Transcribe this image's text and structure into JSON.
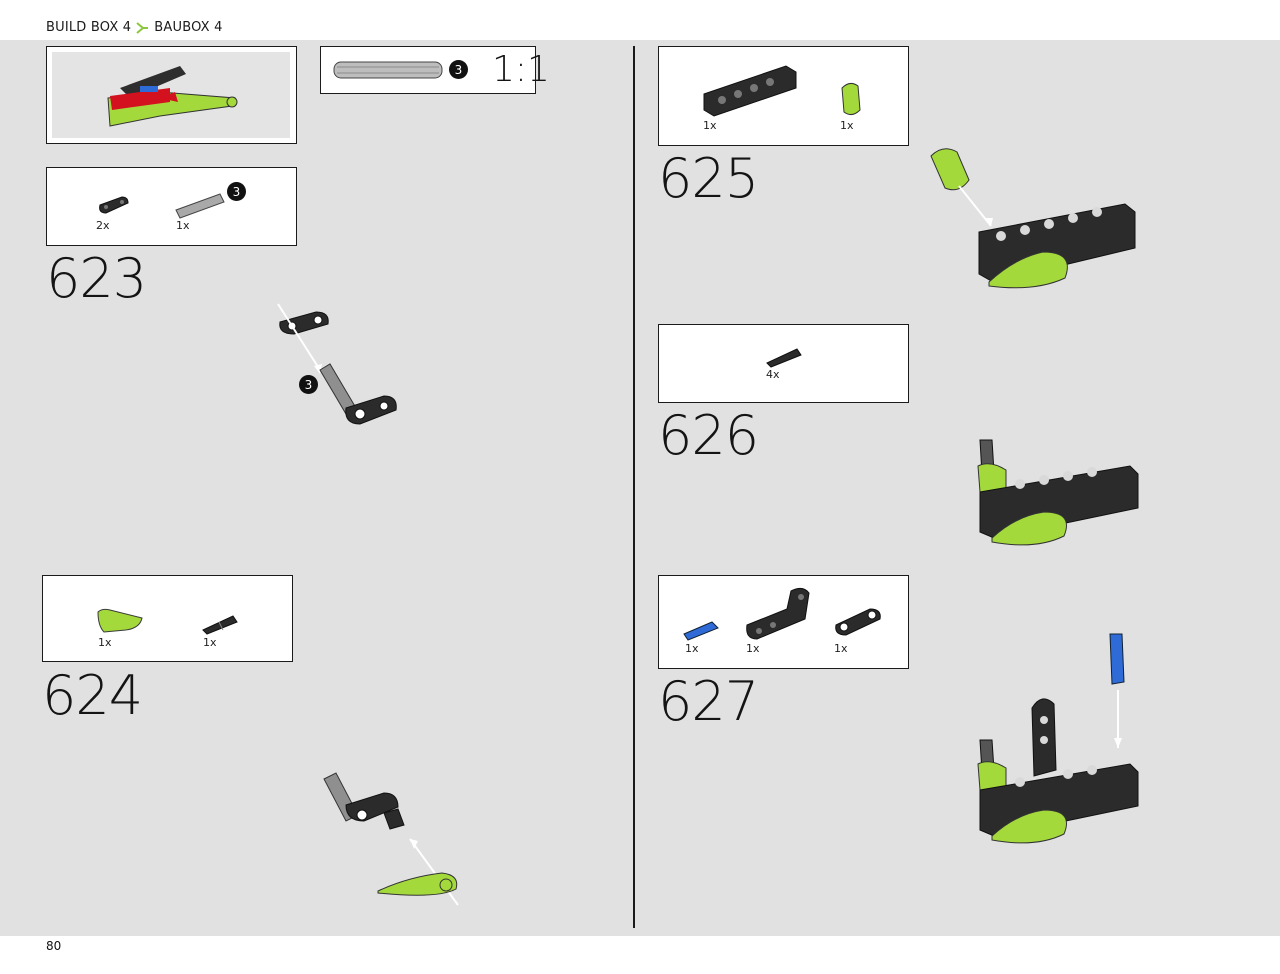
{
  "header": {
    "breadcrumb_primary": "BUILD BOX 4",
    "breadcrumb_secondary": "BAUBOX 4"
  },
  "footer": {
    "page_number": "80"
  },
  "scale_box": {
    "badge": "3",
    "label": "1:1"
  },
  "parts_623": {
    "items": [
      {
        "qty": "2x"
      },
      {
        "qty": "1x",
        "badge": "3"
      }
    ]
  },
  "step_623": {
    "number": "623",
    "axle_badge": "3"
  },
  "parts_624": {
    "items": [
      {
        "qty": "1x"
      },
      {
        "qty": "1x"
      }
    ]
  },
  "step_624": {
    "number": "624"
  },
  "parts_625": {
    "items": [
      {
        "qty": "1x"
      },
      {
        "qty": "1x"
      }
    ]
  },
  "step_625": {
    "number": "625"
  },
  "parts_626": {
    "items": [
      {
        "qty": "4x"
      }
    ]
  },
  "step_626": {
    "number": "626"
  },
  "parts_627": {
    "items": [
      {
        "qty": "1x"
      },
      {
        "qty": "1x"
      },
      {
        "qty": "1x"
      }
    ]
  },
  "step_627": {
    "number": "627"
  },
  "colors": {
    "lime": "#a4d93c",
    "dark": "#2b2b2b",
    "blue": "#2f6bd6",
    "red": "#d4111e",
    "page_bg": "#e1e1e1"
  }
}
